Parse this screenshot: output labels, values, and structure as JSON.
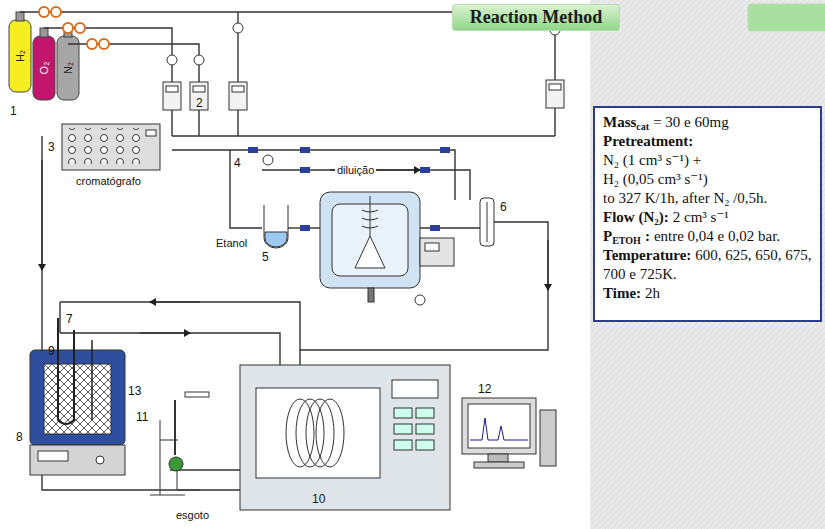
{
  "diagram": {
    "title": "Reaction Method",
    "nodes": [
      {
        "text": [
          "Mass",
          "cat",
          "= 30 e 60mg",
          "Pretreatment:",
          "N₂ (1 cm³ s⁻¹) +",
          "H₂ (0,05 cm³ s⁻¹)",
          "to 327 K/1h, after N₂ /0,5h.",
          "Flow (N₂):",
          "2 cm³ s⁻¹",
          "P",
          "ETOH",
          ":",
          "entre 0,04 e 0,02 bar.",
          "Temperature:",
          "600, 625, 650, 675, 700 e 725K.",
          "Time:",
          "2h"
        ]
      }
    ],
    "labels": [
      "1",
      "H₂",
      "O₂",
      "N₂",
      "2",
      "3",
      "cromatógrafo",
      "4",
      "diluição",
      "Etanol",
      "5",
      "6",
      "7",
      "9",
      "8",
      "13",
      "11",
      "10",
      "12",
      "esgoto"
    ]
  }
}
